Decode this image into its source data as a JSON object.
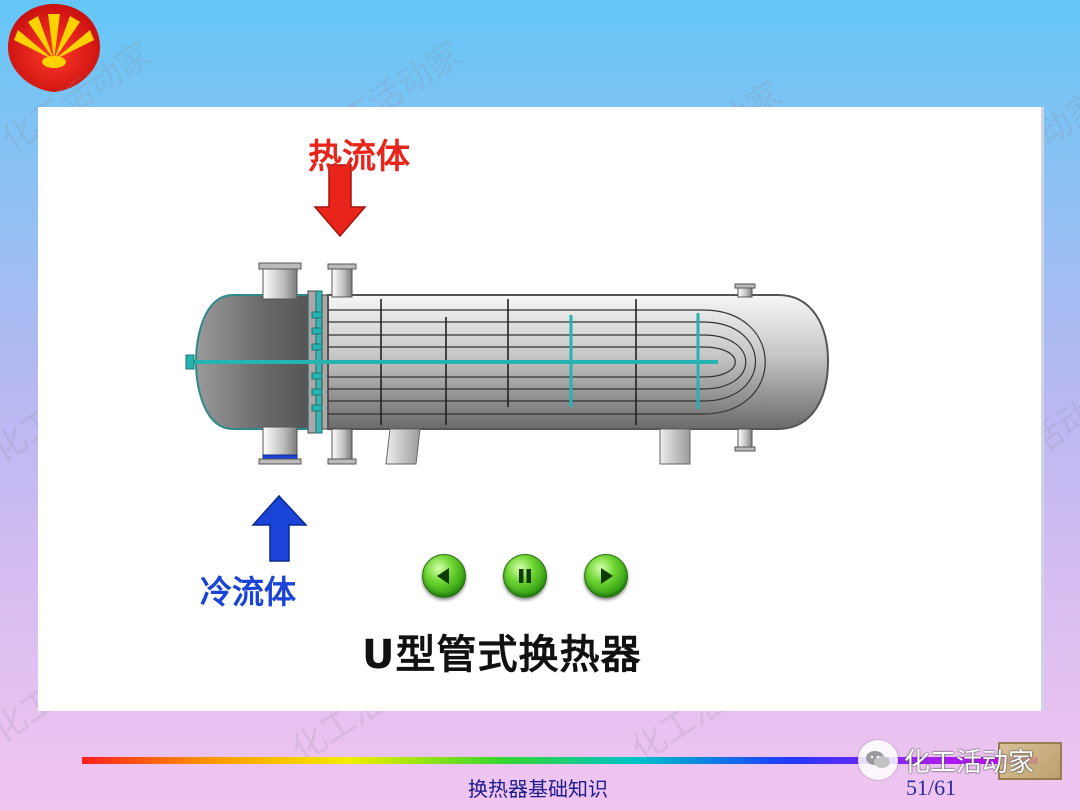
{
  "diagram": {
    "hot_fluid_label": "热流体",
    "cold_fluid_label": "冷流体",
    "caption": "U型管式换热器"
  },
  "controls": {
    "prev_icon": "prev-triangle-icon",
    "pause_icon": "pause-icon",
    "next_icon": "next-triangle-icon"
  },
  "footer": {
    "title": "换热器基础知识",
    "page": "51/61",
    "brand": "化工活动家"
  },
  "watermark": {
    "text": "化工活动家"
  },
  "colors": {
    "hot": "#e8241b",
    "cold": "#1a44d8",
    "accent": "#2d9a12"
  }
}
